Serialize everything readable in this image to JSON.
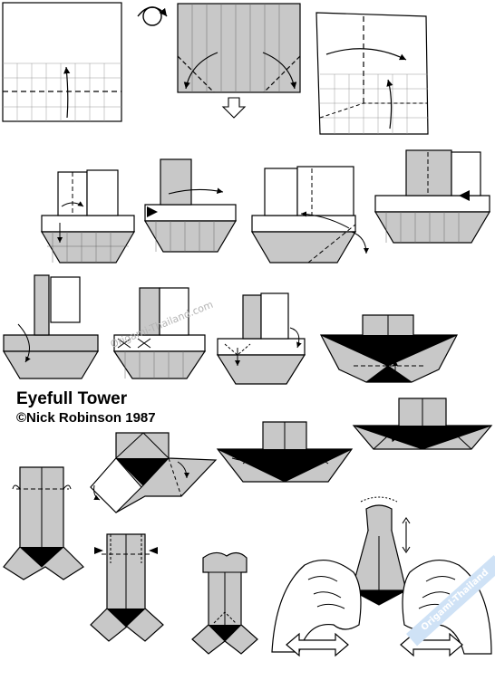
{
  "diagram": {
    "title": "Eyefull Tower",
    "author_credit": "©Nick Robinson 1987",
    "watermark_text": "Origami-Thailand.com",
    "corner_badge_text": "Origami-Thailand",
    "colors": {
      "paper_coloured": "#c8c8c8",
      "paper_white": "#ffffff",
      "line": "#000000",
      "watermark": "#b4b4b4",
      "badge": "#cfe2f6"
    },
    "steps": 18
  }
}
